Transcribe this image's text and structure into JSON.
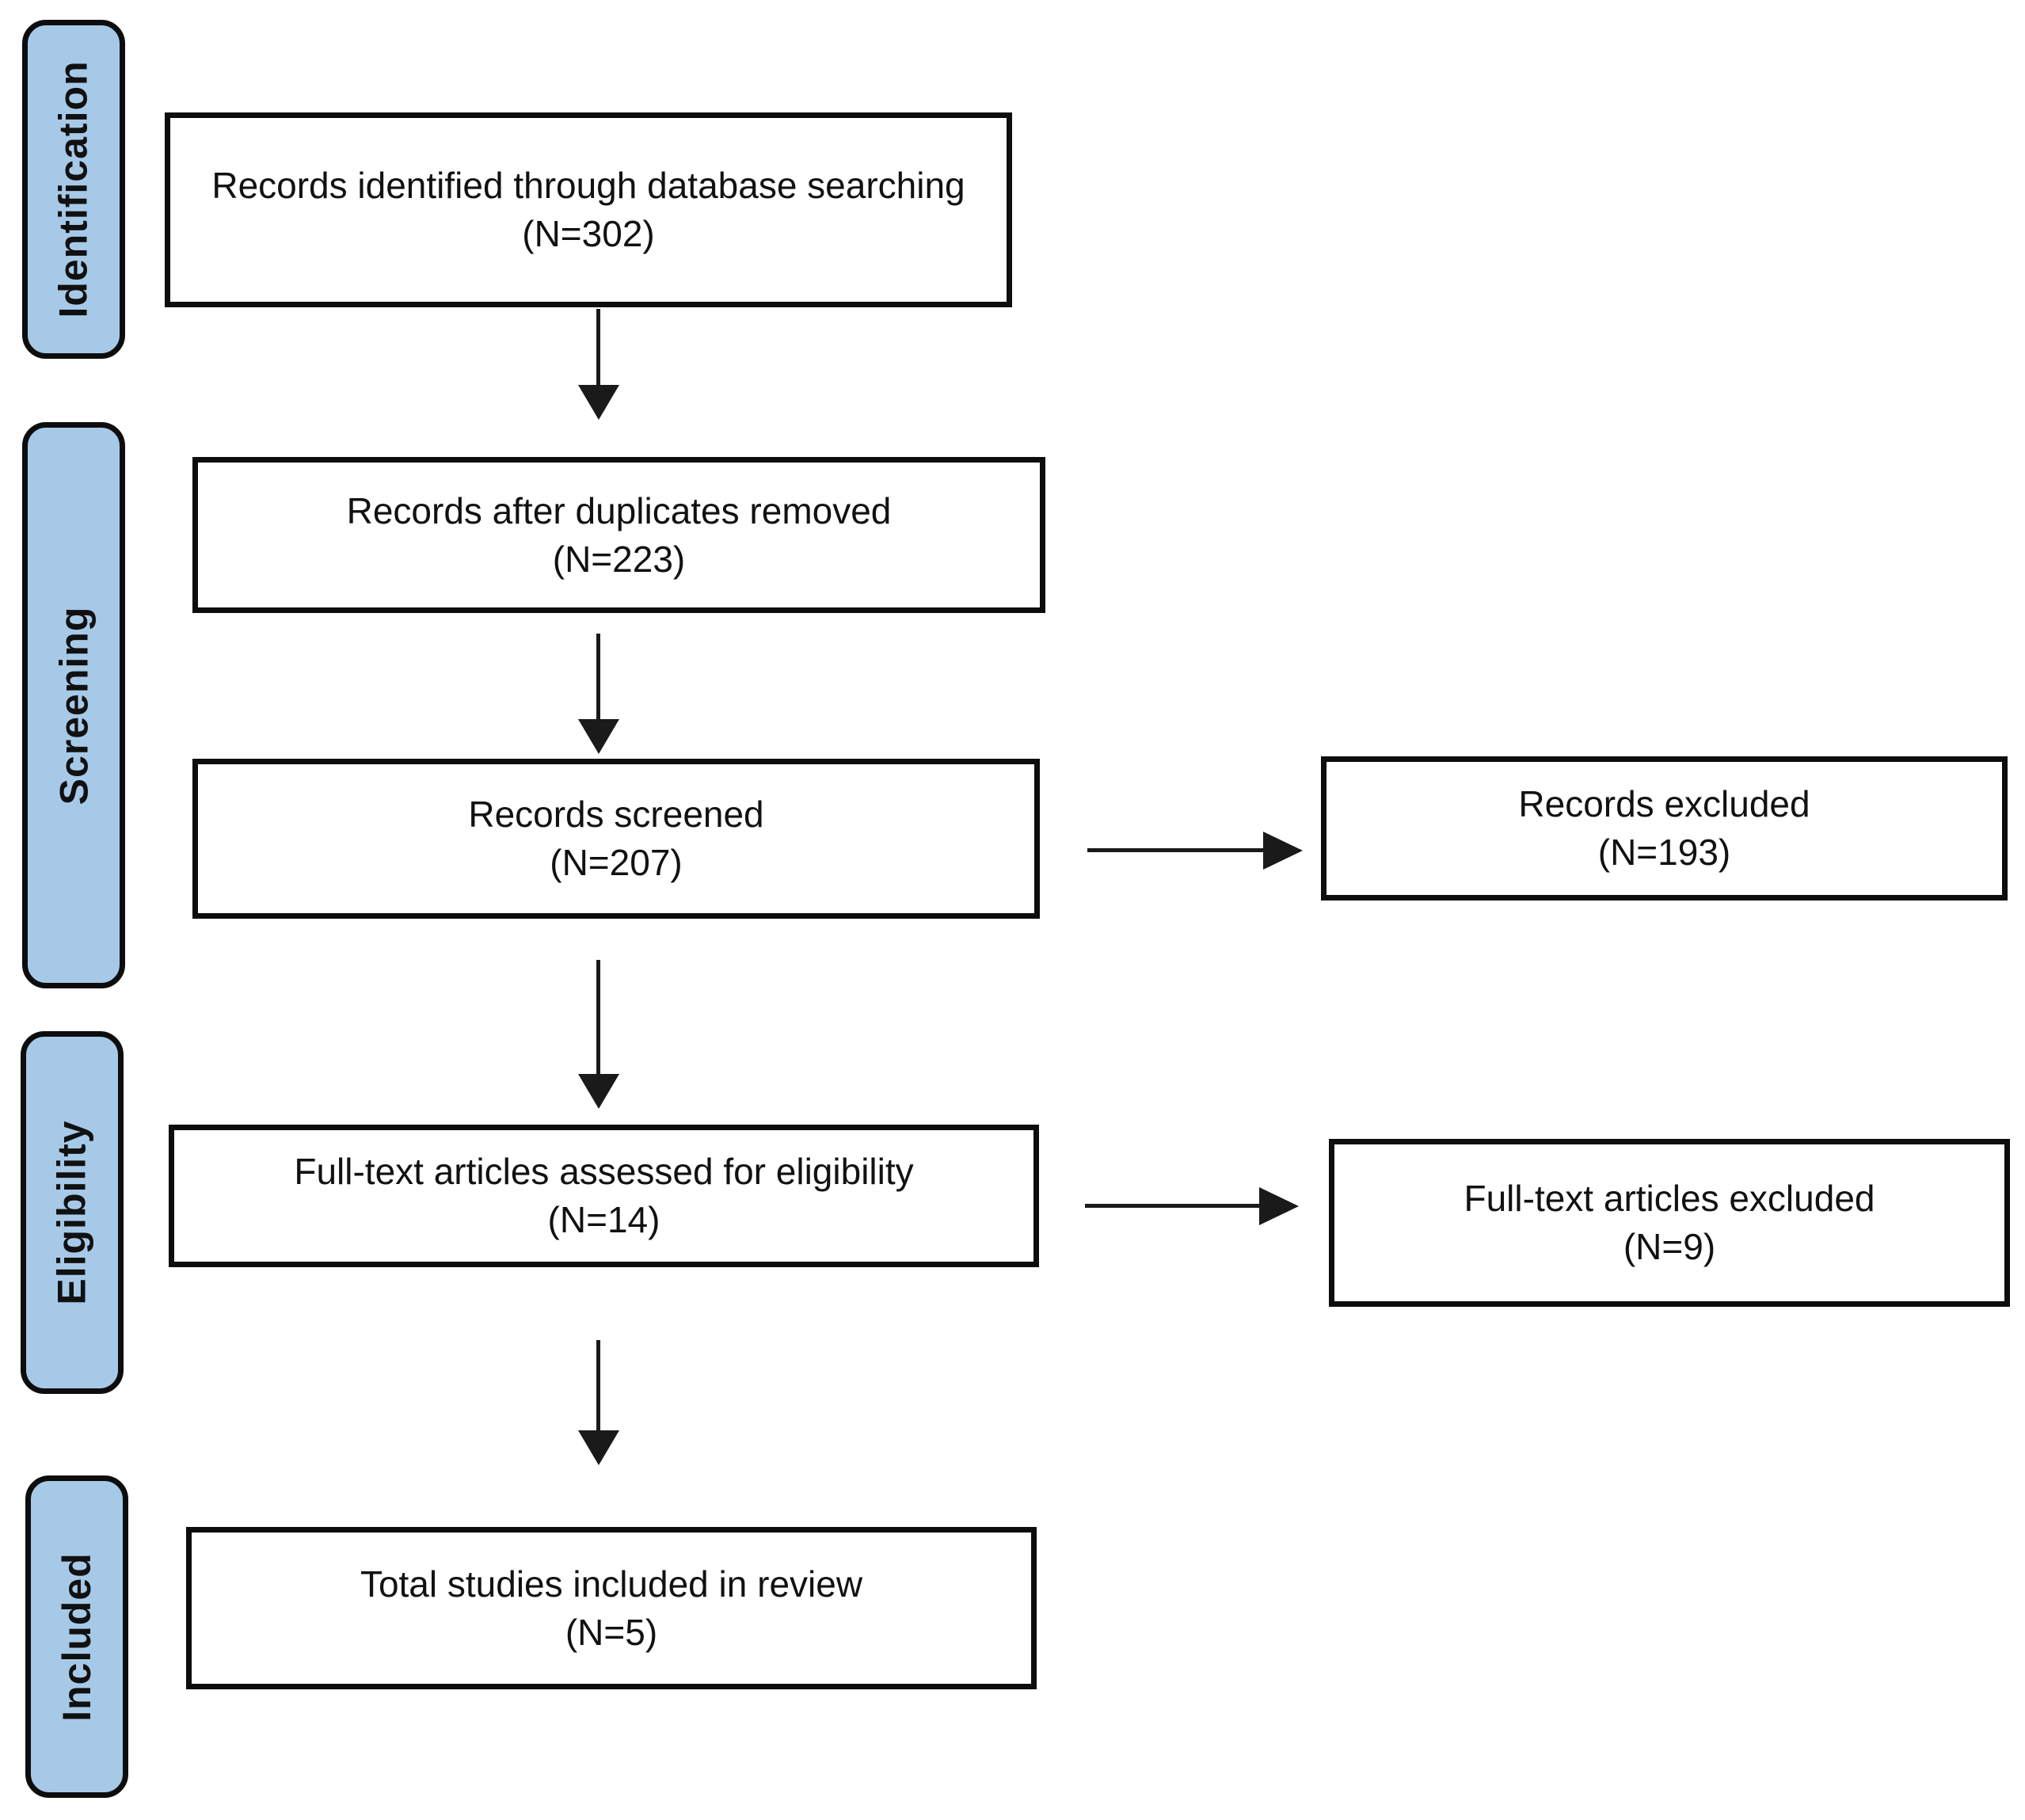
{
  "diagram": {
    "type": "prisma-flow",
    "stages": [
      {
        "label": "Identification"
      },
      {
        "label": "Screening"
      },
      {
        "label": "Eligibility"
      },
      {
        "label": "Included"
      }
    ],
    "boxes": {
      "identified": {
        "label": "Records identified through database searching",
        "n": "(N=302)"
      },
      "deduplicated": {
        "label": "Records after duplicates removed",
        "n": "(N=223)"
      },
      "screened": {
        "label": "Records screened",
        "n": "(N=207)"
      },
      "records_excluded": {
        "label": "Records excluded",
        "n": "(N=193)"
      },
      "fulltext_assessed": {
        "label": "Full-text articles assessed for eligibility",
        "n": "(N=14)"
      },
      "fulltext_excluded": {
        "label": "Full-text articles excluded",
        "n": "(N=9)"
      },
      "included_total": {
        "label": "Total studies included in review",
        "n": "(N=5)"
      }
    },
    "counts": {
      "identified": 302,
      "after_duplicates": 223,
      "screened": 207,
      "records_excluded": 193,
      "fulltext_assessed": 14,
      "fulltext_excluded": 9,
      "included": 5
    },
    "colors": {
      "stage_fill": "#A7C9E8",
      "stage_border": "#0D0D0D",
      "box_fill": "#FFFFFF",
      "box_border": "#0D0D0D",
      "arrow": "#1A1A1A",
      "background": "#FFFFFF"
    }
  }
}
